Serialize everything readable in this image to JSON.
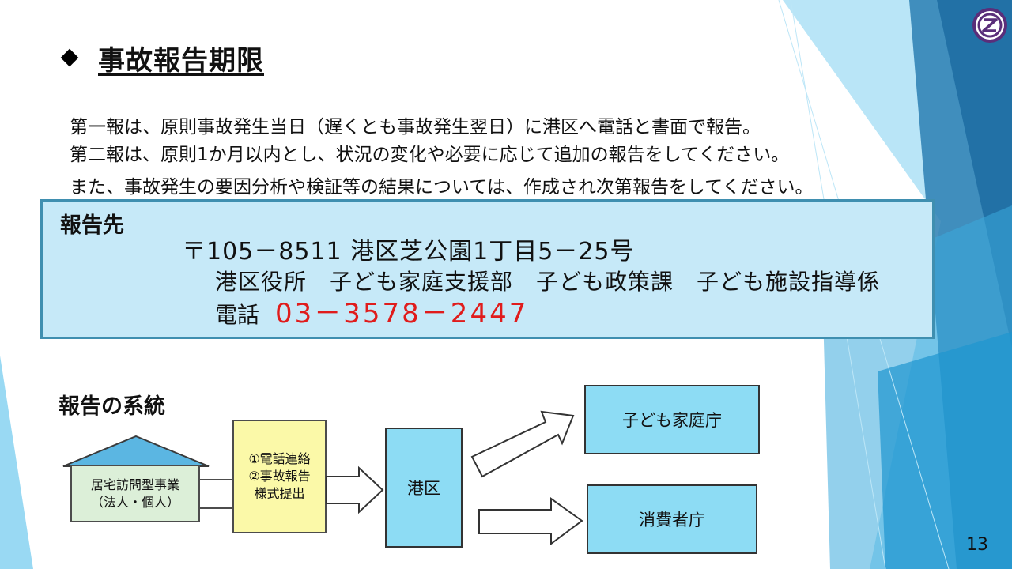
{
  "slide": {
    "title": "事故報告期限",
    "paragraphs": [
      "第一報は、原則事故発生当日（遅くとも事故発生翌日）に港区へ電話と書面で報告。",
      "第二報は、原則1か月以内とし、状況の変化や必要に応じて追加の報告をしてください。",
      "また、事故発生の要因分析や検証等の結果については、作成され次第報告をしてください。"
    ],
    "report_to": {
      "label": "報告先",
      "address": "〒105－8511 港区芝公園1丁目5－25号",
      "department": "港区役所　子ども家庭支援部　子ども政策課　子ども施設指導係",
      "phone_label": "電話",
      "phone_number": "03－3578－2447"
    },
    "system": {
      "title": "報告の系統",
      "provider_line1": "居宅訪問型事業",
      "provider_line2": "（法人・個人）",
      "steps": [
        "①電話連絡",
        "②事故報告",
        "様式提出"
      ],
      "ward": "港区",
      "agency1": "子ども家庭庁",
      "agency2": "消費者庁"
    },
    "page_number": "13"
  },
  "colors": {
    "report_box_bg": "#c6e9f8",
    "phone_number": "#e01c1c",
    "blue_box": "#8ddcf4",
    "yellow_box": "#fbf9a8",
    "green_box": "#dcefd8",
    "roof": "#5bb6e2"
  },
  "icons": {
    "logo": "minato-city-emblem-icon",
    "bullet": "diamond-bullet-icon"
  }
}
